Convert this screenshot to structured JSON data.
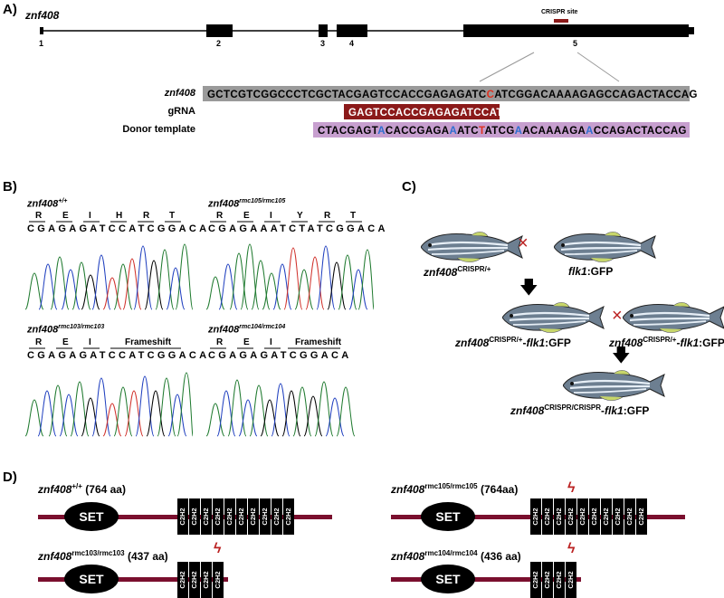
{
  "panelA": {
    "label": "A)",
    "gene": "znf408",
    "crispr_site": "CRISPR site",
    "exons": [
      "1",
      "2",
      "3",
      "4",
      "5"
    ],
    "rows": [
      {
        "name": "znf408",
        "seq_pre": "GCTCGTCGGCCCTCGCTACGAGTCCACCGAGAGATC",
        "seq_red": "C",
        "seq_post": "ATCGGACAAAAGAGCCAGACTACCAG"
      },
      {
        "name": "gRNA",
        "seq": "GAGTCCACCGAGAGATCCAT"
      },
      {
        "name": "Donor template",
        "parts": [
          "CTACGAGT",
          "A",
          "CACCGAGA",
          "A",
          "ATC",
          "T",
          "ATCG",
          "A",
          "ACAAAAGA",
          "A",
          "CCAGACTACCAG"
        ]
      }
    ],
    "colors": {
      "grey": "#9a9a9a",
      "darkred": "#8b1a1a",
      "purple": "#c79fcf",
      "red": "#e0301e",
      "blue": "#2f6fd1"
    }
  },
  "panelB": {
    "label": "B)",
    "traces": [
      {
        "title": "znf408",
        "sup": "+/+",
        "aa": [
          "R",
          "E",
          "I",
          "H",
          "R",
          "T"
        ],
        "bases": "CGAGAGATCCATCGGACA"
      },
      {
        "title": "znf408",
        "sup": "rmc105/rmc105",
        "aa": [
          "R",
          "E",
          "I",
          "Y",
          "R",
          "T"
        ],
        "bases": "CGAGAAATCTATCGGACA"
      },
      {
        "title": "znf408",
        "sup": "rmc103/rmc103",
        "aa": [
          "R",
          "E",
          "I",
          "Frameshift"
        ],
        "bases": "CGAGAGATCCATCGGACA"
      },
      {
        "title": "znf408",
        "sup": "rmc104/rmc104",
        "aa": [
          "R",
          "E",
          "I",
          "Frameshift"
        ],
        "bases": "CGAGAGATCGGACA"
      }
    ]
  },
  "panelC": {
    "label": "C)",
    "f1a_pre": "znf408",
    "f1a_sup": "CRISPR/+",
    "f1b_pre": "flk1",
    "f1b_post": ":GFP",
    "f2a_pre": "znf408",
    "f2a_sup": "CRISPR/+",
    "f2a_mid": "-",
    "f2a_i": "flk1",
    "f2a_post": ":GFP",
    "f2b_pre": "znf408",
    "f2b_sup": "CRISPR/+",
    "f2b_mid": "-",
    "f2b_i": "flk1",
    "f2b_post": ":GFP",
    "f3_pre": "znf408",
    "f3_sup": "CRISPR/CRISPR",
    "f3_mid": "-",
    "f3_i": "flk1",
    "f3_post": ":GFP"
  },
  "panelD": {
    "label": "D)",
    "set": "SET",
    "zf": "C2H2",
    "proteins": [
      {
        "name": "znf408",
        "sup": "+/+",
        "size": "(764 aa)"
      },
      {
        "name": "znf408",
        "sup": "rmc105/rmc105",
        "size": "(764aa)"
      },
      {
        "name": "znf408",
        "sup": "rmc103/rmc103",
        "size": "(437 aa)"
      },
      {
        "name": "znf408",
        "sup": "rmc104/rmc104",
        "size": "(436 aa)"
      }
    ]
  }
}
